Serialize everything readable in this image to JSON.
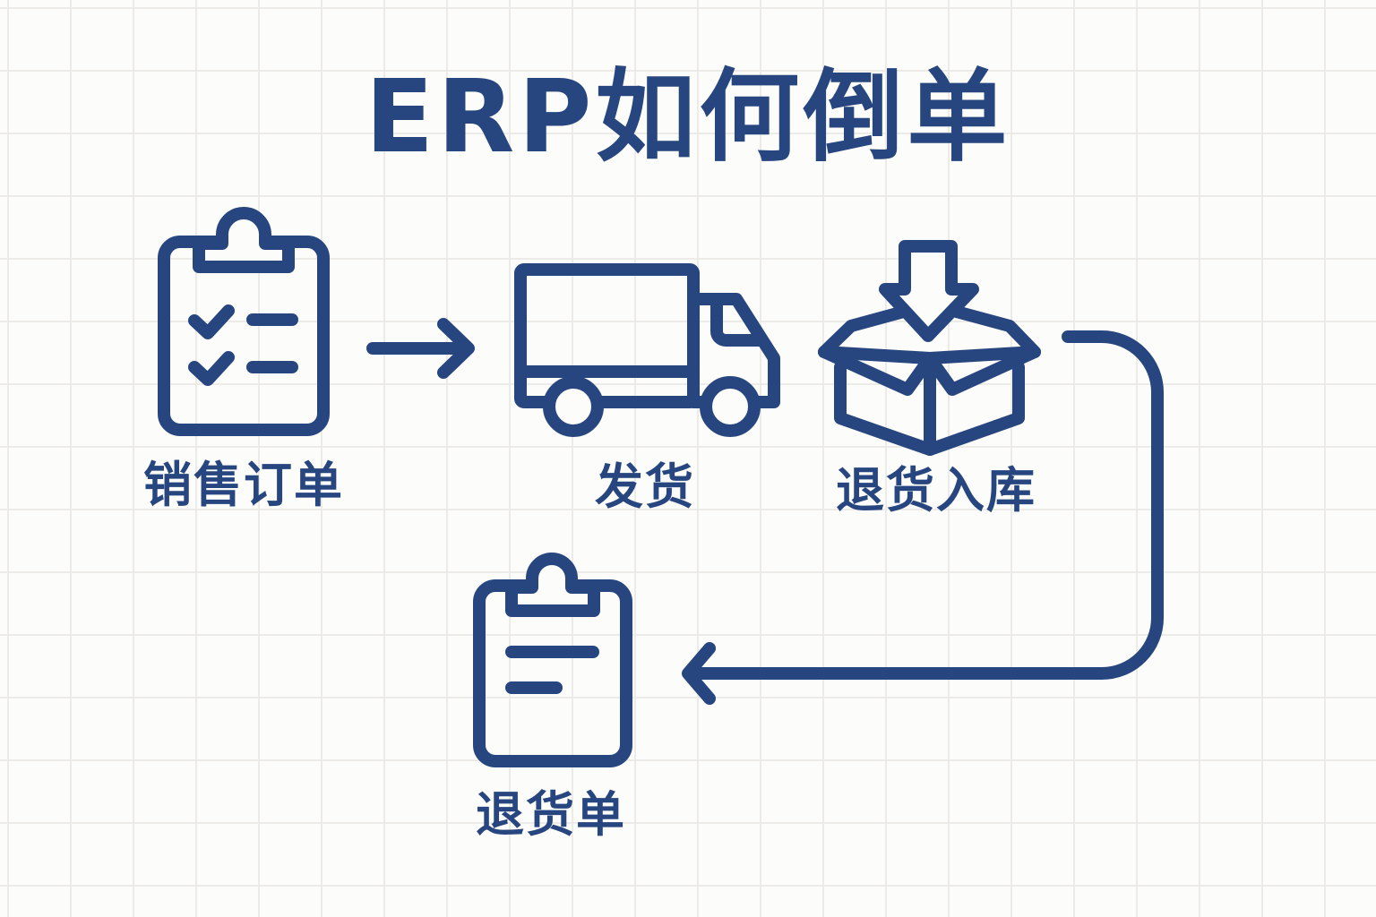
{
  "title": "ERP如何倒单",
  "colors": {
    "primary": "#27467f",
    "background": "#fcfcfa",
    "grid": "#ecebe7"
  },
  "nodes": [
    {
      "id": "sales-order",
      "label": "销售订单",
      "icon": "clipboard-checklist-icon"
    },
    {
      "id": "shipping",
      "label": "发货",
      "icon": "truck-icon"
    },
    {
      "id": "return-warehousing",
      "label": "退货入库",
      "icon": "box-download-icon"
    },
    {
      "id": "return-order",
      "label": "退货单",
      "icon": "clipboard-list-icon"
    }
  ],
  "edges": [
    {
      "from": "sales-order",
      "to": "shipping",
      "icon": "arrow-right-icon"
    },
    {
      "from": "return-warehousing",
      "to": "return-order",
      "icon": "curved-arrow-left-icon"
    }
  ]
}
